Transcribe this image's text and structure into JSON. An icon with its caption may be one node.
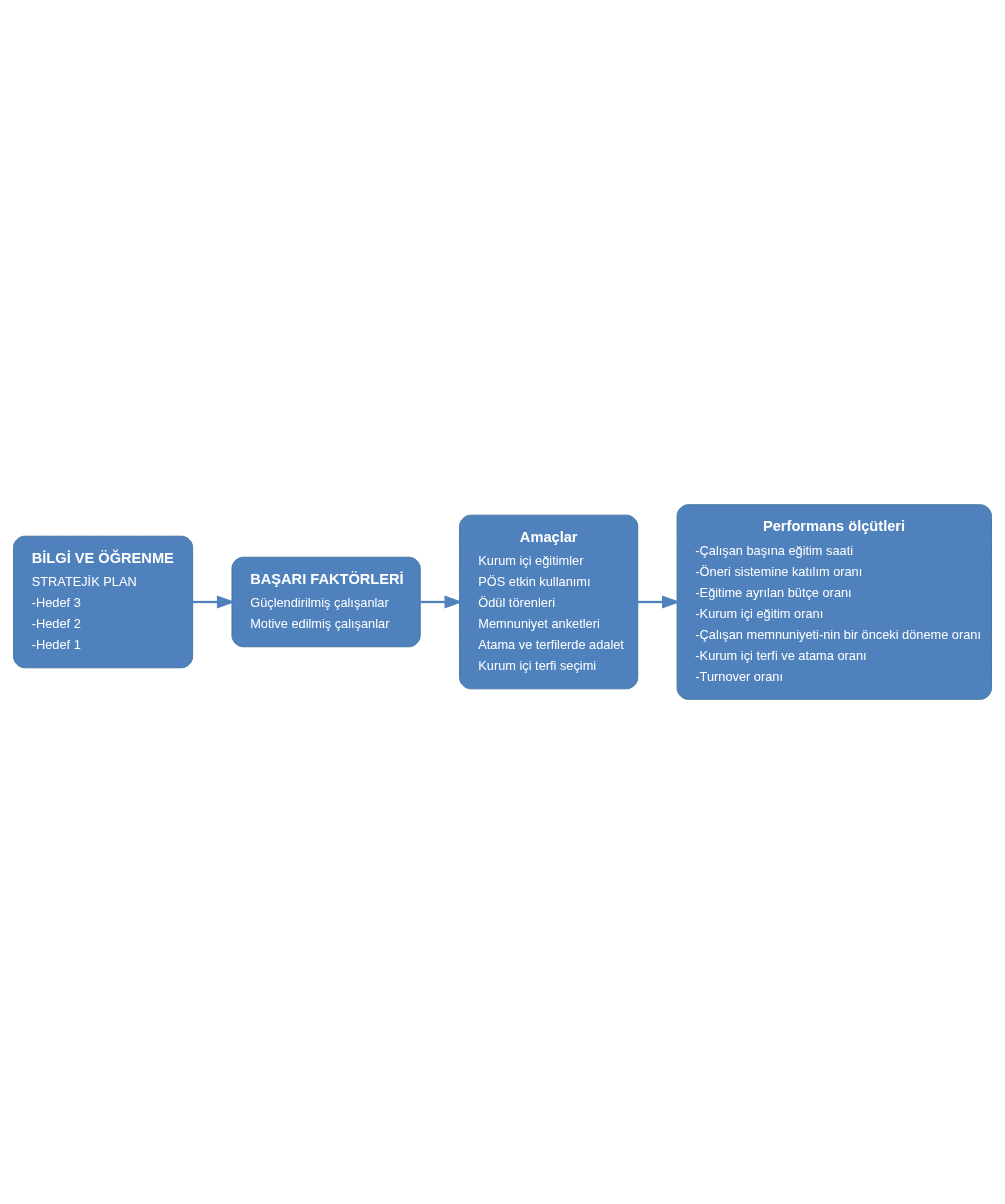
{
  "diagram": {
    "nodes": [
      {
        "text": [
          "BİLGİ VE ÖĞRENME",
          "STRATEJİK PLAN",
          "-Hedef 3",
          "-Hedef 2",
          "-Hedef 1"
        ]
      },
      {
        "text": [
          "BAŞARI FAKTÖRLERİ",
          "Güçlendirilmiş çalışanlar",
          "Motive edilmiş çalışanlar"
        ]
      },
      {
        "text": [
          "Amaçlar",
          "Kurum içi eğitimler",
          "PÖS etkin kullanımı",
          "Ödül törenleri",
          "Memnuniyet anketleri",
          "Atama ve terfilerde adalet",
          "Kurum içi terfi seçimi"
        ]
      },
      {
        "text": [
          "Performans ölçütleri",
          "-Çalışan başına eğitim saati",
          "-Öneri sistemine katılım oranı",
          "-Eğitime ayrılan bütçe oranı",
          "-Kurum içi eğitim oranı",
          "-Çalışan memnuniyeti-nin bir önceki döneme oranı",
          "-Kurum içi terfi ve atama oranı",
          "-Turnover oranı"
        ]
      }
    ],
    "edges": [
      {
        "from": 0,
        "to": 1,
        "arrow": "to"
      },
      {
        "from": 1,
        "to": 2,
        "arrow": "to"
      },
      {
        "from": 2,
        "to": 3,
        "arrow": "to"
      }
    ]
  }
}
